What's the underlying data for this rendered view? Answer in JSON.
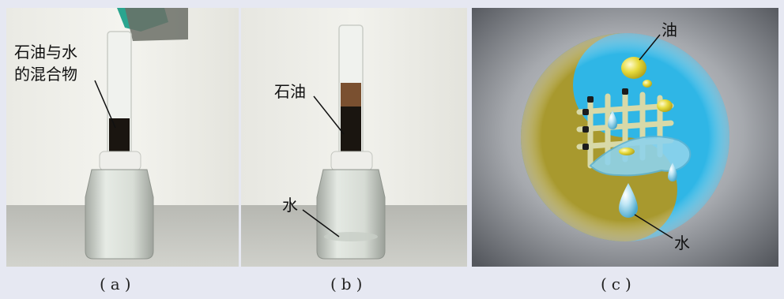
{
  "panels": {
    "a": {
      "caption": "(a)",
      "label_line1": "石油与水",
      "label_line2": "的混合物"
    },
    "b": {
      "caption": "(b)",
      "label_oil": "石油",
      "label_water": "水"
    },
    "c": {
      "caption": "(c)",
      "label_oil": "油",
      "label_water": "水"
    }
  },
  "colors": {
    "background": "#e6e8f2",
    "oil_dark": "#1a1510",
    "oil_brown": "#5a3a20",
    "olive": "#a8992e",
    "cyan": "#2fb6e6",
    "glove": "#2aa58f"
  }
}
